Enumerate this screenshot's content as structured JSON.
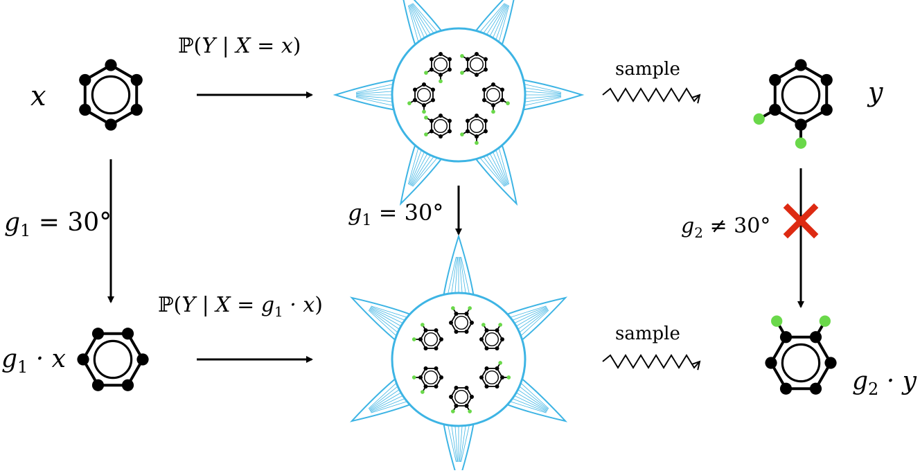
{
  "colors": {
    "ink": "#000000",
    "substituent": "#6ad84a",
    "distribution": "#3db4e4",
    "cross": "#dd2a12"
  },
  "labels": {
    "x_label": "x",
    "gx_prefix": "g",
    "gx_sub": "1",
    "gx_suffix": " · x",
    "y_label": "y",
    "gy_prefix": "g",
    "gy_sub": "2",
    "gy_suffix": " · y",
    "prob_top_a": "ℙ(",
    "prob_top_b": "Y | X = x",
    "prob_top_c": ")",
    "prob_bot_a": "ℙ(",
    "prob_bot_b": "Y | X = g",
    "prob_bot_sub": "1",
    "prob_bot_c": " · x",
    "prob_bot_d": ")",
    "sample_top": "sample",
    "sample_bottom": "sample",
    "g1_left_prefix": "g",
    "g1_left_sub": "1",
    "g1_left_suffix": " = 30°",
    "g1_mid_prefix": "g",
    "g1_mid_sub": "1",
    "g1_mid_suffix": " = 30°",
    "g2_prefix": "g",
    "g2_sub": "2",
    "g2_suffix": " ≠ 30°"
  },
  "icons": {
    "input_molecule": "benzene-icon",
    "rotated_input_molecule": "benzene-icon",
    "sampled_molecule": "disubstituted-benzene-icon",
    "rotated_sample": "disubstituted-benzene-icon",
    "distribution": "distribution-blob-icon",
    "failure": "red-x-icon"
  }
}
